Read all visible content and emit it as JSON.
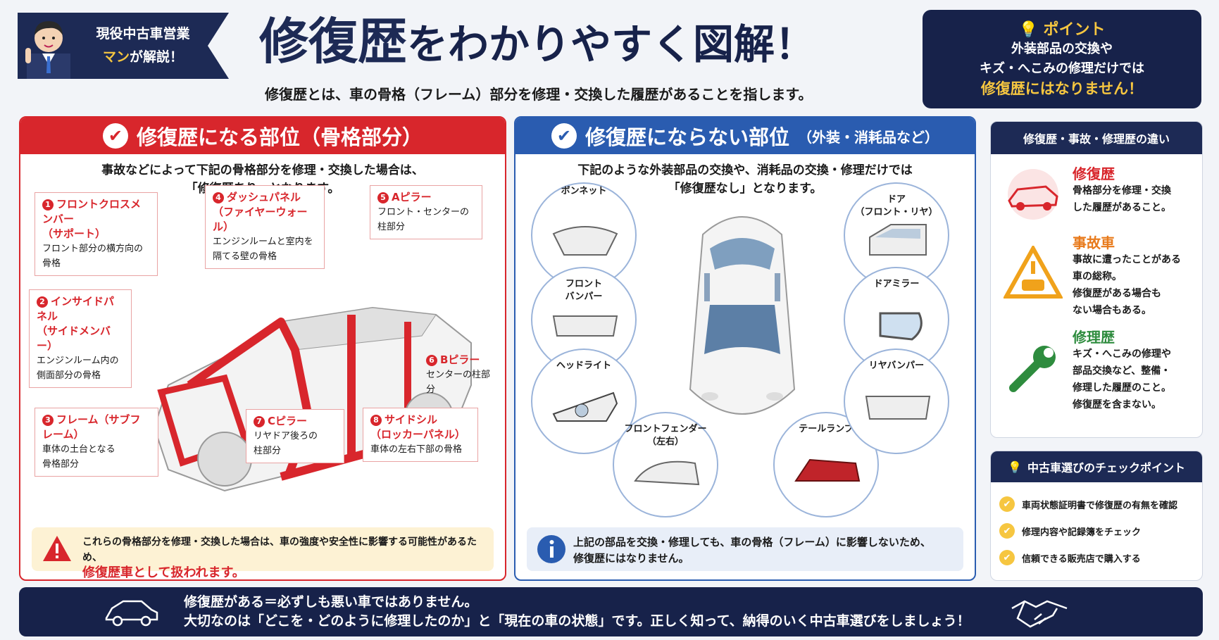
{
  "badge": {
    "line1": "現役中古車営業",
    "line2_hl": "マン",
    "line2_rest": "が解説！"
  },
  "title": {
    "main": "修復歴",
    "rest": "をわかりやすく図解！"
  },
  "subtitle": "修復歴とは、車の骨格（フレーム）部分を修理・交換した履歴があることを指します。",
  "point": {
    "label": "ポイント",
    "line1": "外装部品の交換や",
    "line2": "キズ・へこみの修理だけでは",
    "line3": "修復歴にはなりません！"
  },
  "red": {
    "header": "修復歴になる部位（骨格部分）",
    "intro1": "事故などによって下記の骨格部分を修理・交換した場合は、",
    "intro2": "「修復歴あり」となります。",
    "items": [
      {
        "n": "1",
        "t1": "フロントクロスメンバー",
        "t2": "（サポート）",
        "d1": "フロント部分の横方向の",
        "d2": "骨格"
      },
      {
        "n": "2",
        "t1": "インサイドパネル",
        "t2": "（サイドメンバー）",
        "d1": "エンジンルーム内の",
        "d2": "側面部分の骨格"
      },
      {
        "n": "3",
        "t1": "フレーム（サブフレーム）",
        "t2": "",
        "d1": "車体の土台となる",
        "d2": "骨格部分"
      },
      {
        "n": "4",
        "t1": "ダッシュパネル",
        "t2": "（ファイヤーウォール）",
        "d1": "エンジンルームと室内を",
        "d2": "隔てる壁の骨格"
      },
      {
        "n": "5",
        "t1": "Aピラー",
        "t2": "",
        "d1": "フロント・センターの",
        "d2": "柱部分"
      },
      {
        "n": "6",
        "t1": "Bピラー",
        "t2": "",
        "d1": "センターの柱部分",
        "d2": ""
      },
      {
        "n": "7",
        "t1": "Cピラー",
        "t2": "",
        "d1": "リヤドア後ろの",
        "d2": "柱部分"
      },
      {
        "n": "8",
        "t1": "サイドシル",
        "t2": "（ロッカーパネル）",
        "d1": "車体の左右下部の骨格",
        "d2": ""
      }
    ],
    "warn1": "これらの骨格部分を修理・交換した場合は、車の強度や安全性に影響する可能性があるため、",
    "warn2": "修復歴車として扱われます。"
  },
  "blue": {
    "header": "修復歴にならない部位",
    "header_sm": "（外装・消耗品など）",
    "intro1": "下記のような外装部品の交換や、消耗品の交換・修理だけでは",
    "intro2": "「修復歴なし」となります。",
    "parts": {
      "bonnet": "ボンネット",
      "bumper1": "フロント",
      "bumper2": "バンパー",
      "headlight": "ヘッドライト",
      "fender1": "フロントフェンダー",
      "fender2": "（左右）",
      "tail": "テールランプ",
      "door1": "ドア",
      "door2": "（フロント・リヤ）",
      "mirror": "ドアミラー",
      "rearbumper": "リヤバンパー"
    },
    "info1": "上記の部品を交換・修理しても、車の骨格（フレーム）に影響しないため、",
    "info2": "修復歴にはなりません。"
  },
  "diff": {
    "header": "修復歴・事故・修理歴の違い",
    "a": {
      "t": "修復歴",
      "l1": "骨格部分を修理・交換",
      "l2": "した履歴があること。"
    },
    "b": {
      "t": "事故車",
      "l1": "事故に遭ったことがある",
      "l2": "車の総称。",
      "l3": "修復歴がある場合も",
      "l4": "ない場合もある。"
    },
    "c": {
      "t": "修理歴",
      "l1": "キズ・へこみの修理や",
      "l2": "部品交換など、整備・",
      "l3": "修理した履歴のこと。",
      "l4": "修復歴を含まない。"
    }
  },
  "check": {
    "header": "中古車選びのチェックポイント",
    "items": [
      "車両状態証明書で修復歴の有無を確認",
      "修理内容や記録簿をチェック",
      "信頼できる販売店で購入する"
    ]
  },
  "footer": {
    "line1": "修復歴がある＝必ずしも悪い車ではありません。",
    "line2": "大切なのは「どこを・どのように修理したのか」と「現在の車の状態」です。正しく知って、納得のいく中古車選びをしましょう！"
  }
}
